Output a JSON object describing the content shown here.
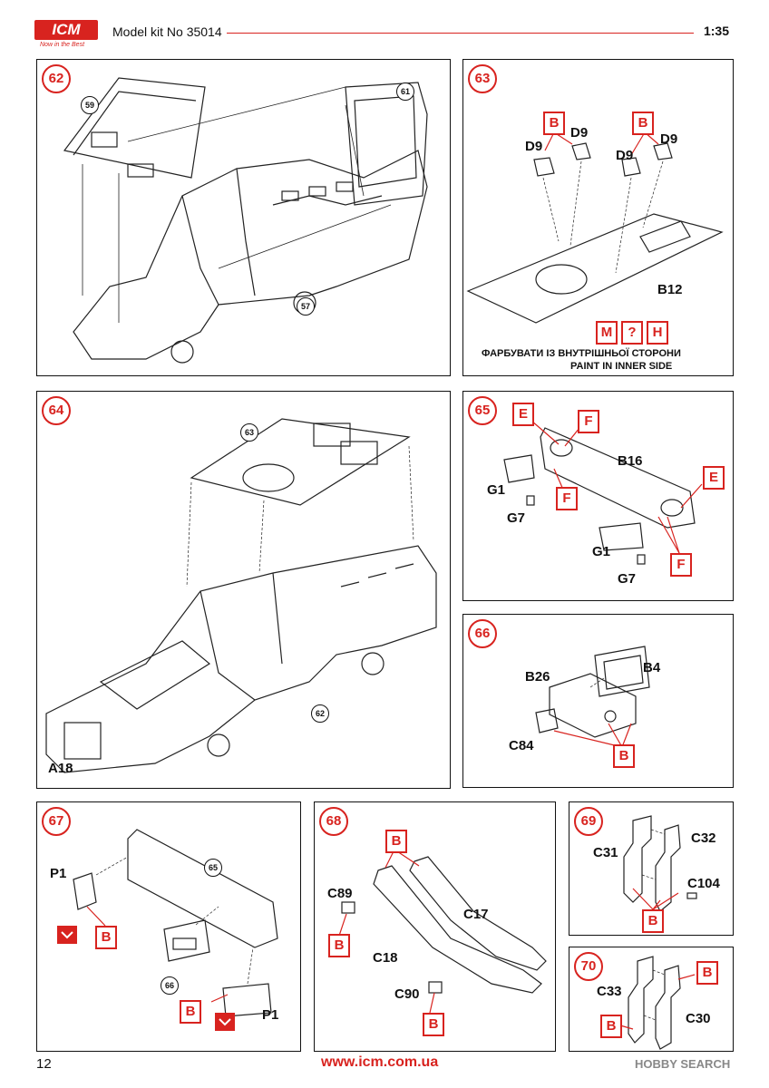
{
  "header": {
    "logo_text": "ICM",
    "logo_tagline": "Now in the Best",
    "title": "Model kit No 35014",
    "scale": "1:35"
  },
  "colors": {
    "accent": "#d8231f",
    "line": "#111111"
  },
  "steps": {
    "s62": {
      "num": "62",
      "ref_top": "59",
      "ref_right": "61",
      "ref_bottom": "57"
    },
    "s63": {
      "num": "63",
      "labels": [
        "D9",
        "D9",
        "D9",
        "D9"
      ],
      "part": "B12",
      "paint_boxes": [
        "B",
        "B",
        "M",
        "?",
        "H"
      ],
      "note_ua": "ФАРБУВАТИ ІЗ ВНУТРІШНЬОЇ СТОРОНИ",
      "note_en": "PAINT IN INNER SIDE"
    },
    "s64": {
      "num": "64",
      "ref_top": "63",
      "ref_bottom": "62",
      "part": "A18"
    },
    "s65": {
      "num": "65",
      "part_main": "B16",
      "g1a": "G1",
      "g7a": "G7",
      "g1b": "G1",
      "g7b": "G7",
      "paint_boxes": [
        "E",
        "F",
        "F",
        "E",
        "F"
      ]
    },
    "s66": {
      "num": "66",
      "b26": "B26",
      "b4": "B4",
      "c84": "C84",
      "paint": "B"
    },
    "s67": {
      "num": "67",
      "p1a": "P1",
      "p1b": "P1",
      "ref_top": "65",
      "ref_bottom": "66",
      "paint_a": "B",
      "paint_b": "B"
    },
    "s68": {
      "num": "68",
      "c89": "C89",
      "c17": "C17",
      "c18": "C18",
      "c90": "C90",
      "paint_top": "B",
      "paint_a": "B",
      "paint_b": "B"
    },
    "s69": {
      "num": "69",
      "c31": "C31",
      "c32": "C32",
      "c104": "C104",
      "paint": "B"
    },
    "s70": {
      "num": "70",
      "c33": "C33",
      "c30": "C30",
      "paint_a": "B",
      "paint_b": "B"
    }
  },
  "footer": {
    "page": "12",
    "url": "www.icm.com.ua",
    "watermark": "HOBBY SEARCH"
  }
}
